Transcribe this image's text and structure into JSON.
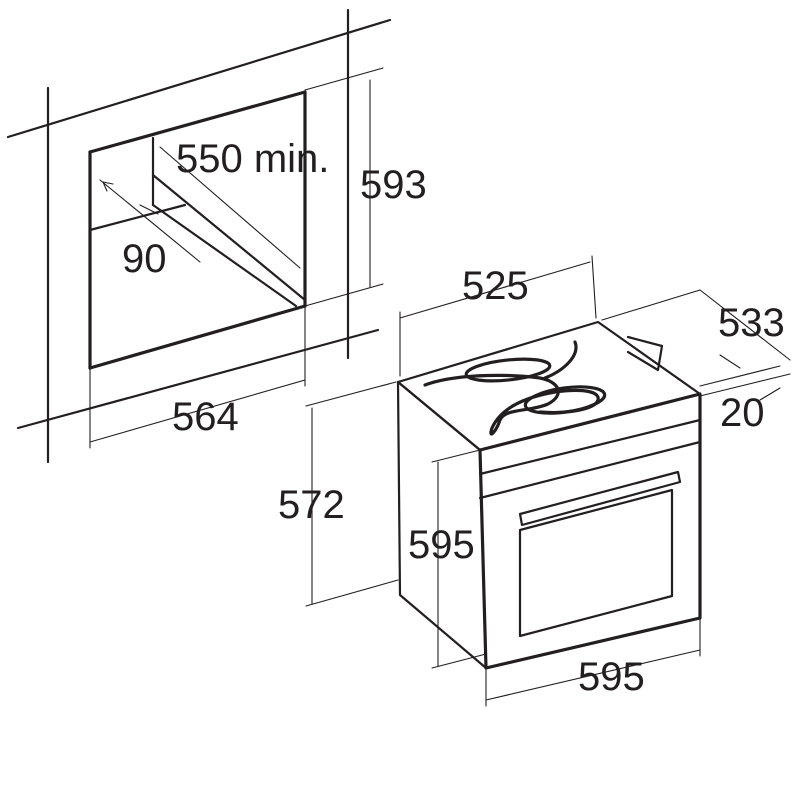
{
  "labels": {
    "niche_depth": "550 min.",
    "niche_height": "593",
    "niche_offset": "90",
    "niche_width": "564",
    "oven_depth": "525",
    "oven_total_depth": "533",
    "door_thickness": "20",
    "oven_body_height": "572",
    "oven_front_height": "595",
    "oven_width": "595"
  }
}
